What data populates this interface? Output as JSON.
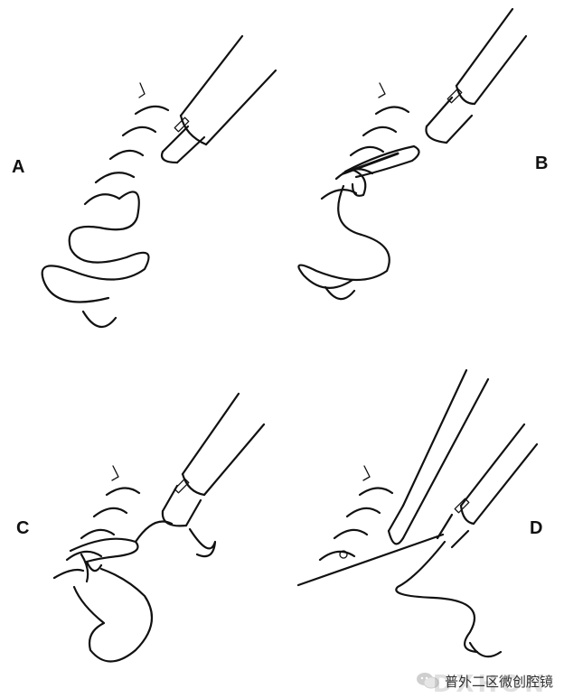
{
  "panels": [
    {
      "label": "A"
    },
    {
      "label": "B"
    },
    {
      "label": "C"
    },
    {
      "label": "D"
    }
  ],
  "watermark": {
    "text_cn": "普外二区微创腔镜",
    "text_en": "DXHON",
    "icon": "wechat-icon"
  }
}
